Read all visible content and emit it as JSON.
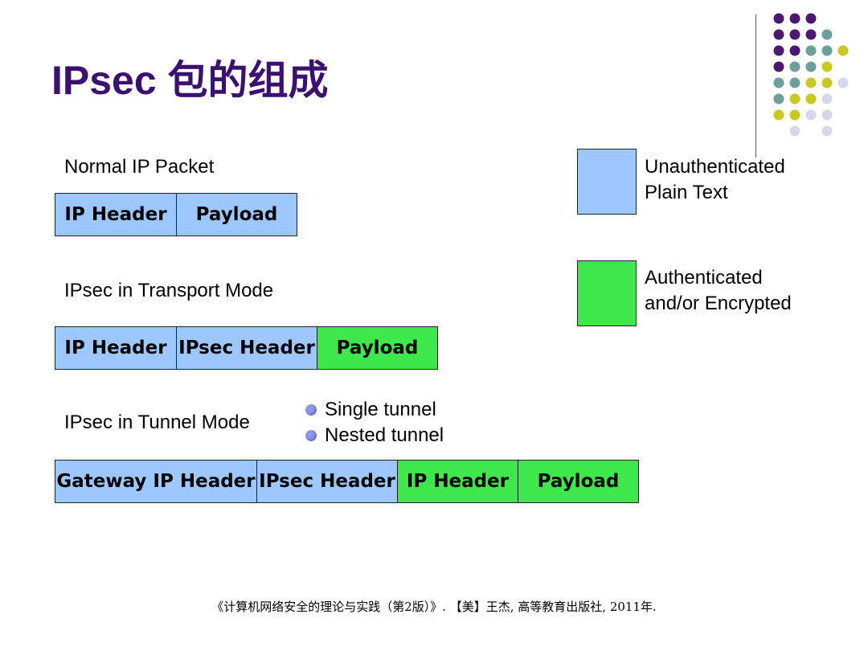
{
  "title": "IPsec 包的组成",
  "sections": {
    "normal": {
      "label": "Normal IP Packet",
      "segments": [
        {
          "text": "IP Header",
          "kind": "plain"
        },
        {
          "text": "Payload",
          "kind": "plain"
        }
      ]
    },
    "transport": {
      "label": "IPsec in Transport Mode",
      "segments": [
        {
          "text": "IP Header",
          "kind": "plain"
        },
        {
          "text": "IPsec Header",
          "kind": "plain"
        },
        {
          "text": "Payload",
          "kind": "auth"
        }
      ]
    },
    "tunnel": {
      "label": "IPsec in Tunnel Mode",
      "segments": [
        {
          "text": "Gateway IP Header",
          "kind": "plain"
        },
        {
          "text": "IPsec Header",
          "kind": "plain"
        },
        {
          "text": "IP Header",
          "kind": "auth"
        },
        {
          "text": "Payload",
          "kind": "auth"
        }
      ],
      "bullets": [
        "Single tunnel",
        "Nested tunnel"
      ]
    }
  },
  "legend": {
    "plain": {
      "line1": "Unauthenticated",
      "line2": "Plain Text",
      "color": "#9dc8ff"
    },
    "auth": {
      "line1": "Authenticated",
      "line2": "and/or Encrypted",
      "color": "#3ee84a"
    }
  },
  "colors": {
    "title": "#3b1070",
    "plain": "#9dc8ff",
    "auth": "#3ee84a",
    "bullet": "#8f98ea",
    "dots": [
      "#4b1a70",
      "#6e9e9e",
      "#c8c81e",
      "#d6d6ec"
    ]
  },
  "footer": "《计算机网络安全的理论与实践（第2版）》. 【美】王杰, 高等教育出版社, 2011年."
}
